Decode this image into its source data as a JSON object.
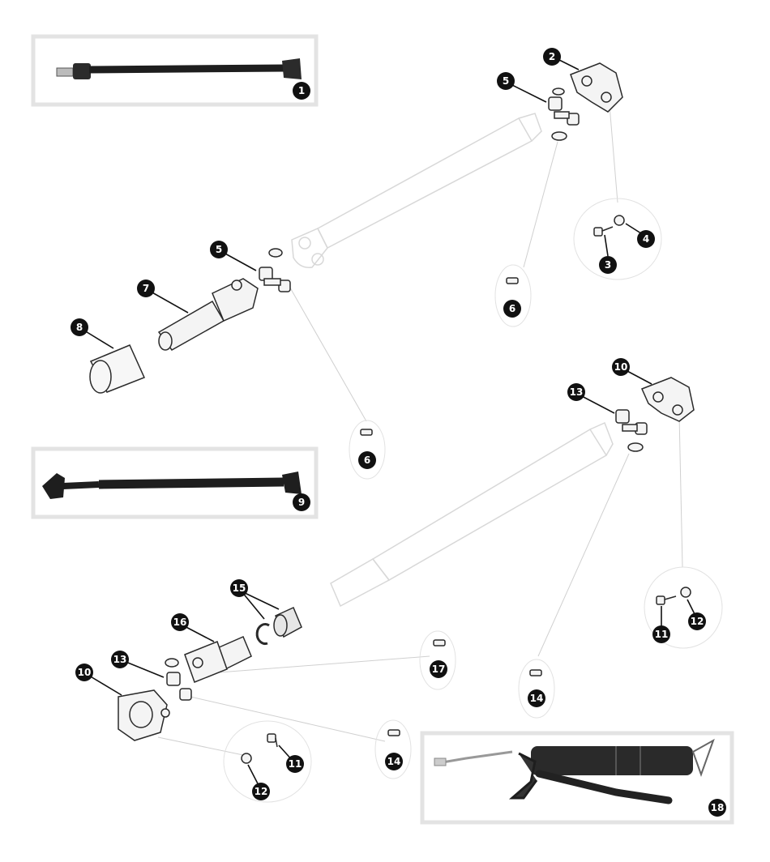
{
  "diagram": {
    "callouts": [
      {
        "label": "1"
      },
      {
        "label": "2"
      },
      {
        "label": "3"
      },
      {
        "label": "4"
      },
      {
        "label": "5"
      },
      {
        "label": "5"
      },
      {
        "label": "6"
      },
      {
        "label": "6"
      },
      {
        "label": "7"
      },
      {
        "label": "8"
      },
      {
        "label": "9"
      },
      {
        "label": "10"
      },
      {
        "label": "10"
      },
      {
        "label": "11"
      },
      {
        "label": "11"
      },
      {
        "label": "12"
      },
      {
        "label": "12"
      },
      {
        "label": "13"
      },
      {
        "label": "13"
      },
      {
        "label": "14"
      },
      {
        "label": "14"
      },
      {
        "label": "15"
      },
      {
        "label": "16"
      },
      {
        "label": "17"
      },
      {
        "label": "18"
      }
    ],
    "colors": {
      "callout_fill": "#111111",
      "inset_frame": "#e3e3e3",
      "ghost_line": "#d0d0d0",
      "part_dark": "#1e1e1e",
      "part_line": "#2a2a2a"
    }
  }
}
